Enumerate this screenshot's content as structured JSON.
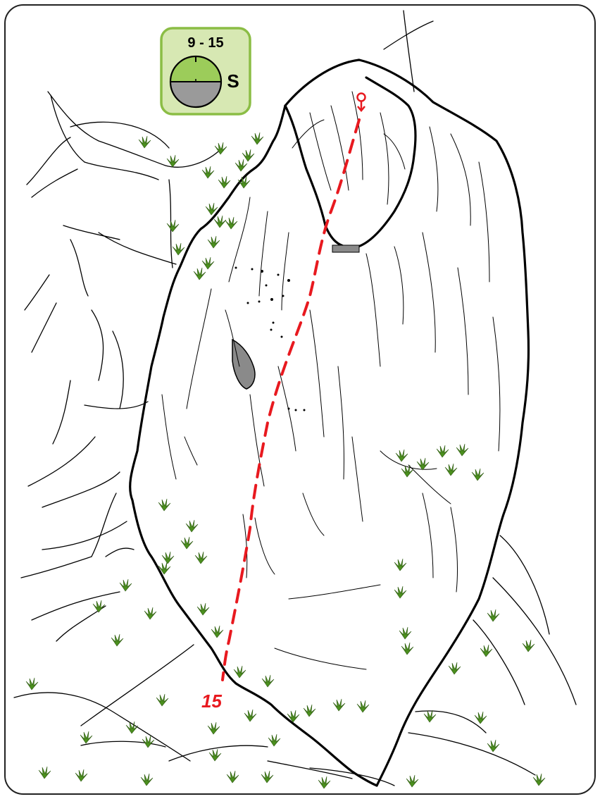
{
  "colors": {
    "route": "#e8191f",
    "badge_fill": "#d7e8b3",
    "badge_border": "#8bbd45",
    "sun": "#9ccc5a",
    "shade": "#9a9a9a",
    "plant": "#4b8f1e",
    "overhang": "#8a8a8a"
  },
  "sun_badge": {
    "hours": "9 - 15",
    "orientation": "S"
  },
  "route": {
    "number": "15"
  },
  "icons": [
    "sun-shade-dial-icon",
    "belay-anchor-icon",
    "plant-icon"
  ]
}
